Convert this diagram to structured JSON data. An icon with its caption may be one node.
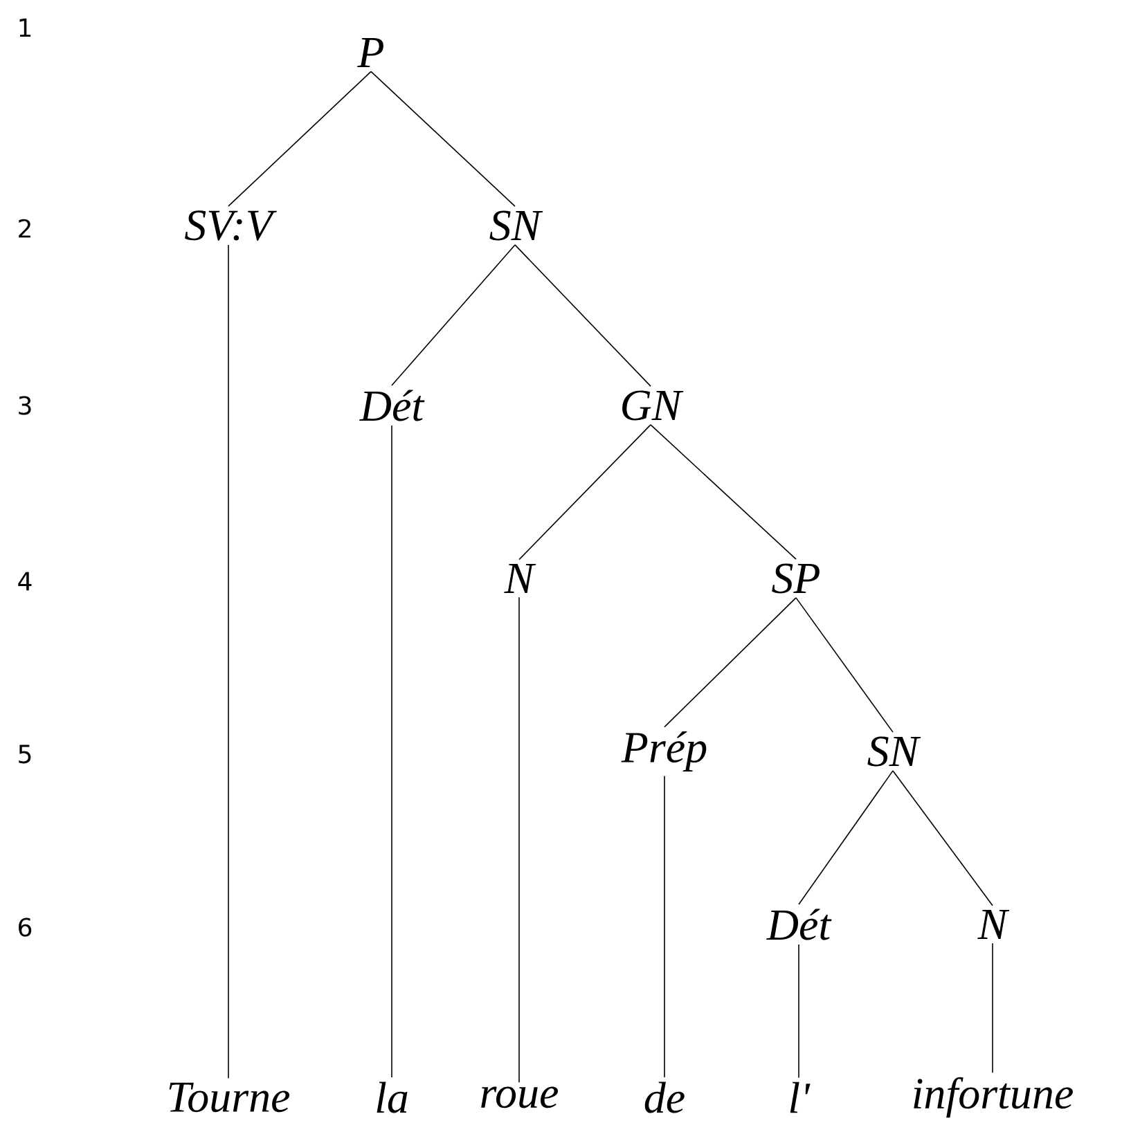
{
  "diagram": {
    "nodes": [
      {
        "text": [
          "P"
        ]
      },
      {
        "text": [
          "SV:V"
        ]
      },
      {
        "text": [
          "SN"
        ]
      },
      {
        "text": [
          "Dét"
        ]
      },
      {
        "text": [
          "GN"
        ]
      },
      {
        "text": [
          "N"
        ]
      },
      {
        "text": [
          "SP"
        ]
      },
      {
        "text": [
          "Prép"
        ]
      },
      {
        "text": [
          "SN"
        ]
      },
      {
        "text": [
          "Dét"
        ]
      },
      {
        "text": [
          "N"
        ]
      },
      {
        "text": [
          "Tourne"
        ]
      },
      {
        "text": [
          "la"
        ]
      },
      {
        "text": [
          "roue"
        ]
      },
      {
        "text": [
          "de"
        ]
      },
      {
        "text": [
          "l'"
        ]
      },
      {
        "text": [
          "infortune"
        ]
      }
    ],
    "edges": [
      {
        "from": 0,
        "to": 1,
        "arrow": "none"
      },
      {
        "from": 0,
        "to": 2,
        "arrow": "none"
      },
      {
        "from": 1,
        "to": 11,
        "arrow": "none"
      },
      {
        "from": 2,
        "to": 3,
        "arrow": "none"
      },
      {
        "from": 2,
        "to": 4,
        "arrow": "none"
      },
      {
        "from": 3,
        "to": 12,
        "arrow": "none"
      },
      {
        "from": 4,
        "to": 5,
        "arrow": "none"
      },
      {
        "from": 4,
        "to": 6,
        "arrow": "none"
      },
      {
        "from": 5,
        "to": 13,
        "arrow": "none"
      },
      {
        "from": 6,
        "to": 7,
        "arrow": "none"
      },
      {
        "from": 6,
        "to": 8,
        "arrow": "none"
      },
      {
        "from": 7,
        "to": 14,
        "arrow": "none"
      },
      {
        "from": 8,
        "to": 9,
        "arrow": "none"
      },
      {
        "from": 8,
        "to": 10,
        "arrow": "none"
      },
      {
        "from": 9,
        "to": 15,
        "arrow": "none"
      },
      {
        "from": 10,
        "to": 16,
        "arrow": "none"
      }
    ],
    "labels": [
      "1",
      "2",
      "3",
      "4",
      "5",
      "6"
    ]
  }
}
